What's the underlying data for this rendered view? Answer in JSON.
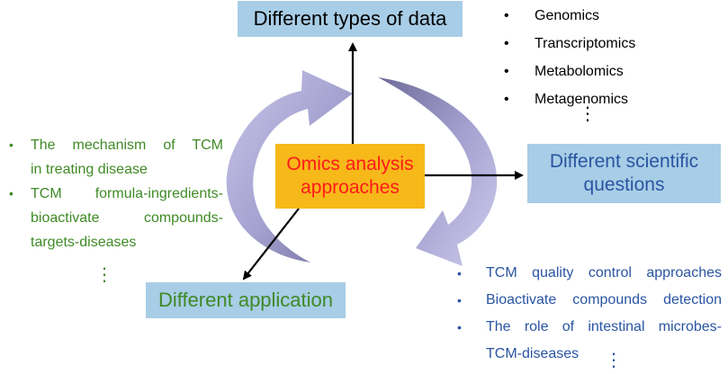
{
  "diagram": {
    "center_label_line1": "Omics analysis",
    "center_label_line2": "approaches",
    "top_box": "Different types of data",
    "right_box_line1": "Different scientific",
    "right_box_line2": "questions",
    "bottom_left_box": "Different application",
    "data_types": [
      "Genomics",
      "Transcriptomics",
      "Metabolomics",
      "Metagenomics"
    ],
    "applications": [
      {
        "line1": "The mechanism of TCM",
        "line2": "in treating disease"
      },
      {
        "line1": "TCM formula-ingredients-",
        "line2": "bioactivate compounds-",
        "line3": "targets-diseases"
      }
    ],
    "questions": [
      {
        "line1": "TCM quality control approaches"
      },
      {
        "line1": "Bioactivate compounds detection"
      },
      {
        "line1": "The role of intestinal microbes-",
        "line2": "TCM-diseases"
      }
    ],
    "bullet": "•",
    "ellipsis": "⋮",
    "colors": {
      "box_fill": "#a8cde6",
      "center_fill": "#f7b81a",
      "center_text": "#ff1a1a",
      "application_green": "#3f8a26",
      "question_blue": "#2a55a2",
      "cycle_arrow_light": "#b7b4de",
      "cycle_arrow_dark": "#726f9e"
    }
  }
}
